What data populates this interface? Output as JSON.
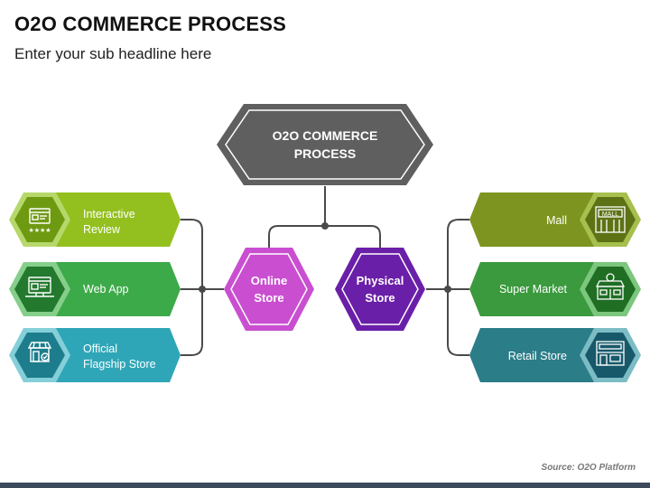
{
  "title": "O2O COMMERCE PROCESS",
  "subtitle": "Enter your sub headline here",
  "source": "Source: O2O Platform",
  "center": {
    "line1": "O2O COMMERCE",
    "line2": "PROCESS"
  },
  "online_store": {
    "line1": "Online",
    "line2": "Store",
    "color": "#c94fd0"
  },
  "physical_store": {
    "line1": "Physical",
    "line2": "Store",
    "color": "#6a1fa8"
  },
  "left_items": [
    {
      "line1": "Interactive",
      "line2": "Review",
      "color": "#93c01f",
      "icon": "review-screen-icon"
    },
    {
      "line1": "Web App",
      "line2": "",
      "color": "#3daa4a",
      "icon": "web-app-icon"
    },
    {
      "line1": "Official",
      "line2": "Flagship Store",
      "color": "#2fa6b8",
      "icon": "flagship-store-icon"
    }
  ],
  "right_items": [
    {
      "line1": "Mall",
      "color": "#7d9420",
      "icon": "mall-icon"
    },
    {
      "line1": "Super Market",
      "color": "#3a9a3d",
      "icon": "supermarket-icon"
    },
    {
      "line1": "Retail Store",
      "color": "#2b7d88",
      "icon": "retail-store-icon"
    }
  ]
}
